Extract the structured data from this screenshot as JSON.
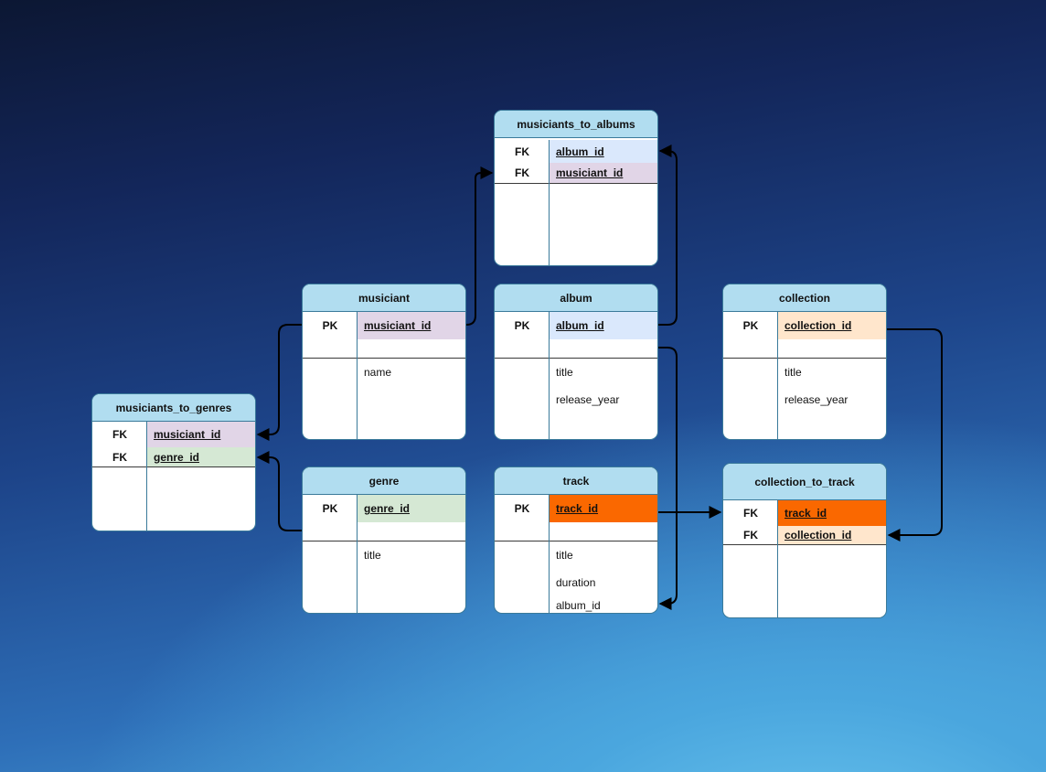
{
  "tables": {
    "musiciants_to_albums": {
      "title": "musiciants_to_albums",
      "rows": [
        {
          "key": "FK",
          "field": "album_id"
        },
        {
          "key": "FK",
          "field": "musiciant_id"
        }
      ]
    },
    "musiciant": {
      "title": "musiciant",
      "pk": {
        "key": "PK",
        "field": "musiciant_id"
      },
      "attrs": [
        "name"
      ]
    },
    "album": {
      "title": "album",
      "pk": {
        "key": "PK",
        "field": "album_id"
      },
      "attrs": [
        "title",
        "release_year"
      ]
    },
    "collection": {
      "title": "collection",
      "pk": {
        "key": "PK",
        "field": "collection_id"
      },
      "attrs": [
        "title",
        "release_year"
      ]
    },
    "musiciants_to_genres": {
      "title": "musiciants_to_genres",
      "rows": [
        {
          "key": "FK",
          "field": "musiciant_id"
        },
        {
          "key": "FK",
          "field": "genre_id"
        }
      ]
    },
    "genre": {
      "title": "genre",
      "pk": {
        "key": "PK",
        "field": "genre_id"
      },
      "attrs": [
        "title"
      ]
    },
    "track": {
      "title": "track",
      "pk": {
        "key": "PK",
        "field": "track_id"
      },
      "attrs": [
        "title",
        "duration",
        "album_id"
      ]
    },
    "collection_to_track": {
      "title": "collection_to_track",
      "rows": [
        {
          "key": "FK",
          "field": "track_id"
        },
        {
          "key": "FK",
          "field": "collection_id"
        }
      ]
    }
  },
  "colors": {
    "header": "#b1ddf0",
    "album_key": "#dae8fc",
    "musiciant_key": "#e1d5e7",
    "genre_key": "#d5e8d4",
    "collection_key": "#ffe6cc",
    "track_key": "#fa6800"
  }
}
